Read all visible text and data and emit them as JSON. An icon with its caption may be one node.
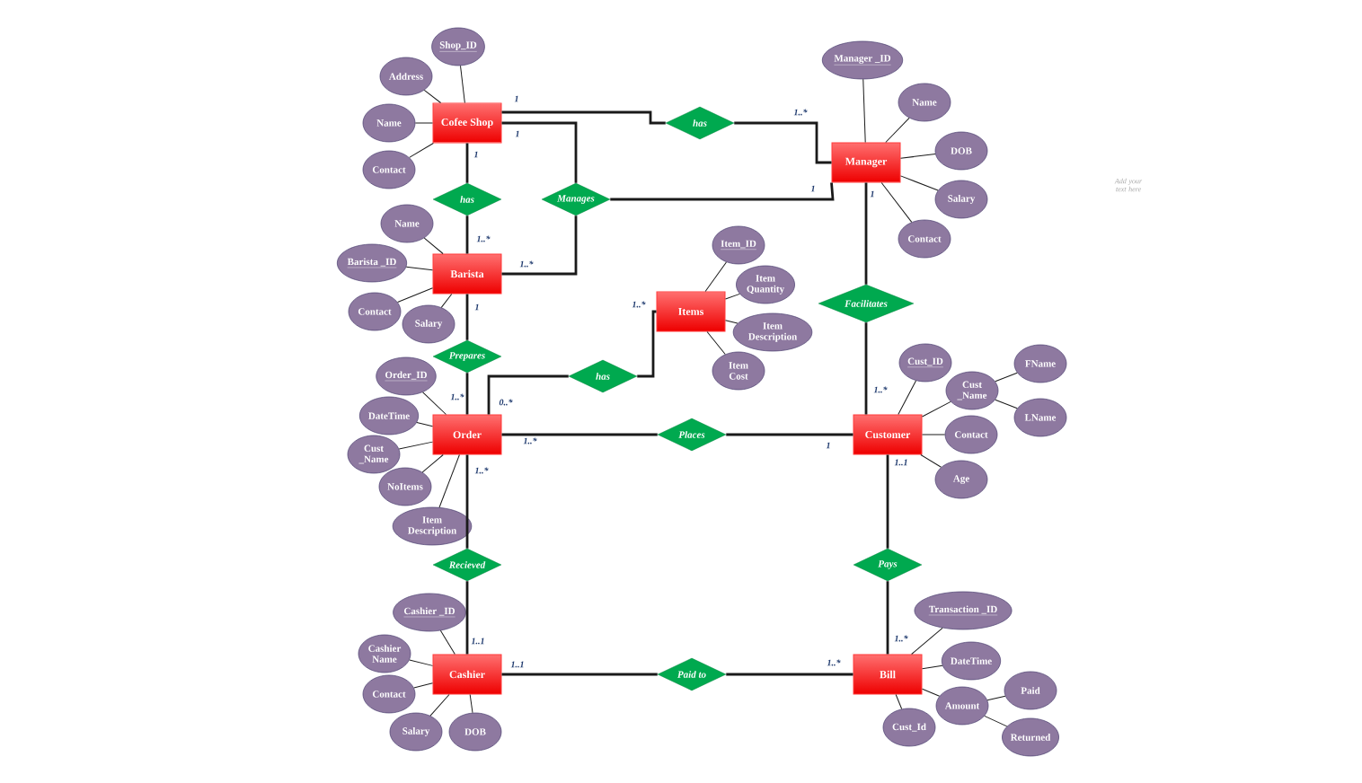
{
  "diagram": {
    "nodes": [
      {
        "text": [
          "Cofee Shop"
        ]
      },
      {
        "text": [
          "Shop_ID"
        ]
      },
      {
        "text": [
          "Address"
        ]
      },
      {
        "text": [
          "Name"
        ]
      },
      {
        "text": [
          "Contact"
        ]
      },
      {
        "text": [
          "has"
        ]
      },
      {
        "text": [
          "Manager"
        ]
      },
      {
        "text": [
          "Manager _ID"
        ]
      },
      {
        "text": [
          "Name"
        ]
      },
      {
        "text": [
          "DOB"
        ]
      },
      {
        "text": [
          "Salary"
        ]
      },
      {
        "text": [
          "Contact"
        ]
      },
      {
        "text": [
          "has"
        ]
      },
      {
        "text": [
          "Manages"
        ]
      },
      {
        "text": [
          "Barista"
        ]
      },
      {
        "text": [
          "Name"
        ]
      },
      {
        "text": [
          "Barista _ID"
        ]
      },
      {
        "text": [
          "Contact"
        ]
      },
      {
        "text": [
          "Salary"
        ]
      },
      {
        "text": [
          "Items"
        ]
      },
      {
        "text": [
          "Item_ID"
        ]
      },
      {
        "text": [
          "Item Quantity"
        ]
      },
      {
        "text": [
          "Item Description"
        ]
      },
      {
        "text": [
          "Item Cost"
        ]
      },
      {
        "text": [
          "Facilitates"
        ]
      },
      {
        "text": [
          "Prepares"
        ]
      },
      {
        "text": [
          "has"
        ]
      },
      {
        "text": [
          "Order"
        ]
      },
      {
        "text": [
          "Order_ID"
        ]
      },
      {
        "text": [
          "DateTime"
        ]
      },
      {
        "text": [
          "Cust _Name"
        ]
      },
      {
        "text": [
          "NoItems"
        ]
      },
      {
        "text": [
          "Item Description"
        ]
      },
      {
        "text": [
          "Places"
        ]
      },
      {
        "text": [
          "Customer"
        ]
      },
      {
        "text": [
          "Cust_ID"
        ]
      },
      {
        "text": [
          "Cust _Name"
        ]
      },
      {
        "text": [
          "FName"
        ]
      },
      {
        "text": [
          "LName"
        ]
      },
      {
        "text": [
          "Contact"
        ]
      },
      {
        "text": [
          "Age"
        ]
      },
      {
        "text": [
          "Recieved"
        ]
      },
      {
        "text": [
          "Pays"
        ]
      },
      {
        "text": [
          "Cashier"
        ]
      },
      {
        "text": [
          "Cashier _ID"
        ]
      },
      {
        "text": [
          "Cashier Name"
        ]
      },
      {
        "text": [
          "Contact"
        ]
      },
      {
        "text": [
          "Salary"
        ]
      },
      {
        "text": [
          "DOB"
        ]
      },
      {
        "text": [
          "Paid to"
        ]
      },
      {
        "text": [
          "Bill"
        ]
      },
      {
        "text": [
          "Transaction _ID"
        ]
      },
      {
        "text": [
          "DateTime"
        ]
      },
      {
        "text": [
          "Amount"
        ]
      },
      {
        "text": [
          "Paid"
        ]
      },
      {
        "text": [
          "Returned"
        ]
      },
      {
        "text": [
          "Cust_Id"
        ]
      }
    ],
    "edges": [
      {
        "from": 0,
        "to": 5,
        "arrow": "none",
        "label": "1"
      },
      {
        "from": 5,
        "to": 6,
        "arrow": "none",
        "label": "1..*"
      },
      {
        "from": 0,
        "to": 13,
        "arrow": "none",
        "label": "1"
      },
      {
        "from": 13,
        "to": 6,
        "arrow": "none",
        "label": "1"
      },
      {
        "from": 0,
        "to": 12,
        "arrow": "none",
        "label": "1"
      },
      {
        "from": 12,
        "to": 14,
        "arrow": "none",
        "label": "1..*"
      },
      {
        "from": 14,
        "to": 13,
        "arrow": "none",
        "label": "1..*"
      },
      {
        "from": 14,
        "to": 25,
        "arrow": "none",
        "label": "1"
      },
      {
        "from": 25,
        "to": 27,
        "arrow": "none",
        "label": "1..*"
      },
      {
        "from": 27,
        "to": 26,
        "arrow": "none",
        "label": "0..*"
      },
      {
        "from": 26,
        "to": 19,
        "arrow": "none",
        "label": "1..*"
      },
      {
        "from": 6,
        "to": 24,
        "arrow": "none",
        "label": "1"
      },
      {
        "from": 24,
        "to": 34,
        "arrow": "none",
        "label": "1..*"
      },
      {
        "from": 27,
        "to": 33,
        "arrow": "none",
        "label": "1..*"
      },
      {
        "from": 33,
        "to": 34,
        "arrow": "none",
        "label": "1"
      },
      {
        "from": 27,
        "to": 41,
        "arrow": "none",
        "label": "1..*"
      },
      {
        "from": 41,
        "to": 43,
        "arrow": "none",
        "label": "1..1"
      },
      {
        "from": 34,
        "to": 42,
        "arrow": "none",
        "label": "1..1"
      },
      {
        "from": 42,
        "to": 50,
        "arrow": "none",
        "label": "1..*"
      },
      {
        "from": 43,
        "to": 49,
        "arrow": "none",
        "label": "1..1"
      },
      {
        "from": 49,
        "to": 50,
        "arrow": "none",
        "label": "1..*"
      },
      {
        "from": 0,
        "to": 1,
        "arrow": "none"
      },
      {
        "from": 0,
        "to": 2,
        "arrow": "none"
      },
      {
        "from": 0,
        "to": 3,
        "arrow": "none"
      },
      {
        "from": 0,
        "to": 4,
        "arrow": "none"
      },
      {
        "from": 6,
        "to": 7,
        "arrow": "none"
      },
      {
        "from": 6,
        "to": 8,
        "arrow": "none"
      },
      {
        "from": 6,
        "to": 9,
        "arrow": "none"
      },
      {
        "from": 6,
        "to": 10,
        "arrow": "none"
      },
      {
        "from": 6,
        "to": 11,
        "arrow": "none"
      },
      {
        "from": 14,
        "to": 15,
        "arrow": "none"
      },
      {
        "from": 14,
        "to": 16,
        "arrow": "none"
      },
      {
        "from": 14,
        "to": 17,
        "arrow": "none"
      },
      {
        "from": 14,
        "to": 18,
        "arrow": "none"
      },
      {
        "from": 19,
        "to": 20,
        "arrow": "none"
      },
      {
        "from": 19,
        "to": 21,
        "arrow": "none"
      },
      {
        "from": 19,
        "to": 22,
        "arrow": "none"
      },
      {
        "from": 19,
        "to": 23,
        "arrow": "none"
      },
      {
        "from": 27,
        "to": 28,
        "arrow": "none"
      },
      {
        "from": 27,
        "to": 29,
        "arrow": "none"
      },
      {
        "from": 27,
        "to": 30,
        "arrow": "none"
      },
      {
        "from": 27,
        "to": 31,
        "arrow": "none"
      },
      {
        "from": 27,
        "to": 32,
        "arrow": "none"
      },
      {
        "from": 34,
        "to": 35,
        "arrow": "none"
      },
      {
        "from": 34,
        "to": 36,
        "arrow": "none"
      },
      {
        "from": 34,
        "to": 39,
        "arrow": "none"
      },
      {
        "from": 34,
        "to": 40,
        "arrow": "none"
      },
      {
        "from": 36,
        "to": 37,
        "arrow": "none"
      },
      {
        "from": 36,
        "to": 38,
        "arrow": "none"
      },
      {
        "from": 43,
        "to": 44,
        "arrow": "none"
      },
      {
        "from": 43,
        "to": 45,
        "arrow": "none"
      },
      {
        "from": 43,
        "to": 46,
        "arrow": "none"
      },
      {
        "from": 43,
        "to": 47,
        "arrow": "none"
      },
      {
        "from": 43,
        "to": 48,
        "arrow": "none"
      },
      {
        "from": 50,
        "to": 51,
        "arrow": "none"
      },
      {
        "from": 50,
        "to": 52,
        "arrow": "none"
      },
      {
        "from": 50,
        "to": 53,
        "arrow": "none"
      },
      {
        "from": 50,
        "to": 56,
        "arrow": "none"
      },
      {
        "from": 53,
        "to": 54,
        "arrow": "none"
      },
      {
        "from": 53,
        "to": 55,
        "arrow": "none"
      }
    ],
    "labels": [
      "Add your text here"
    ]
  }
}
